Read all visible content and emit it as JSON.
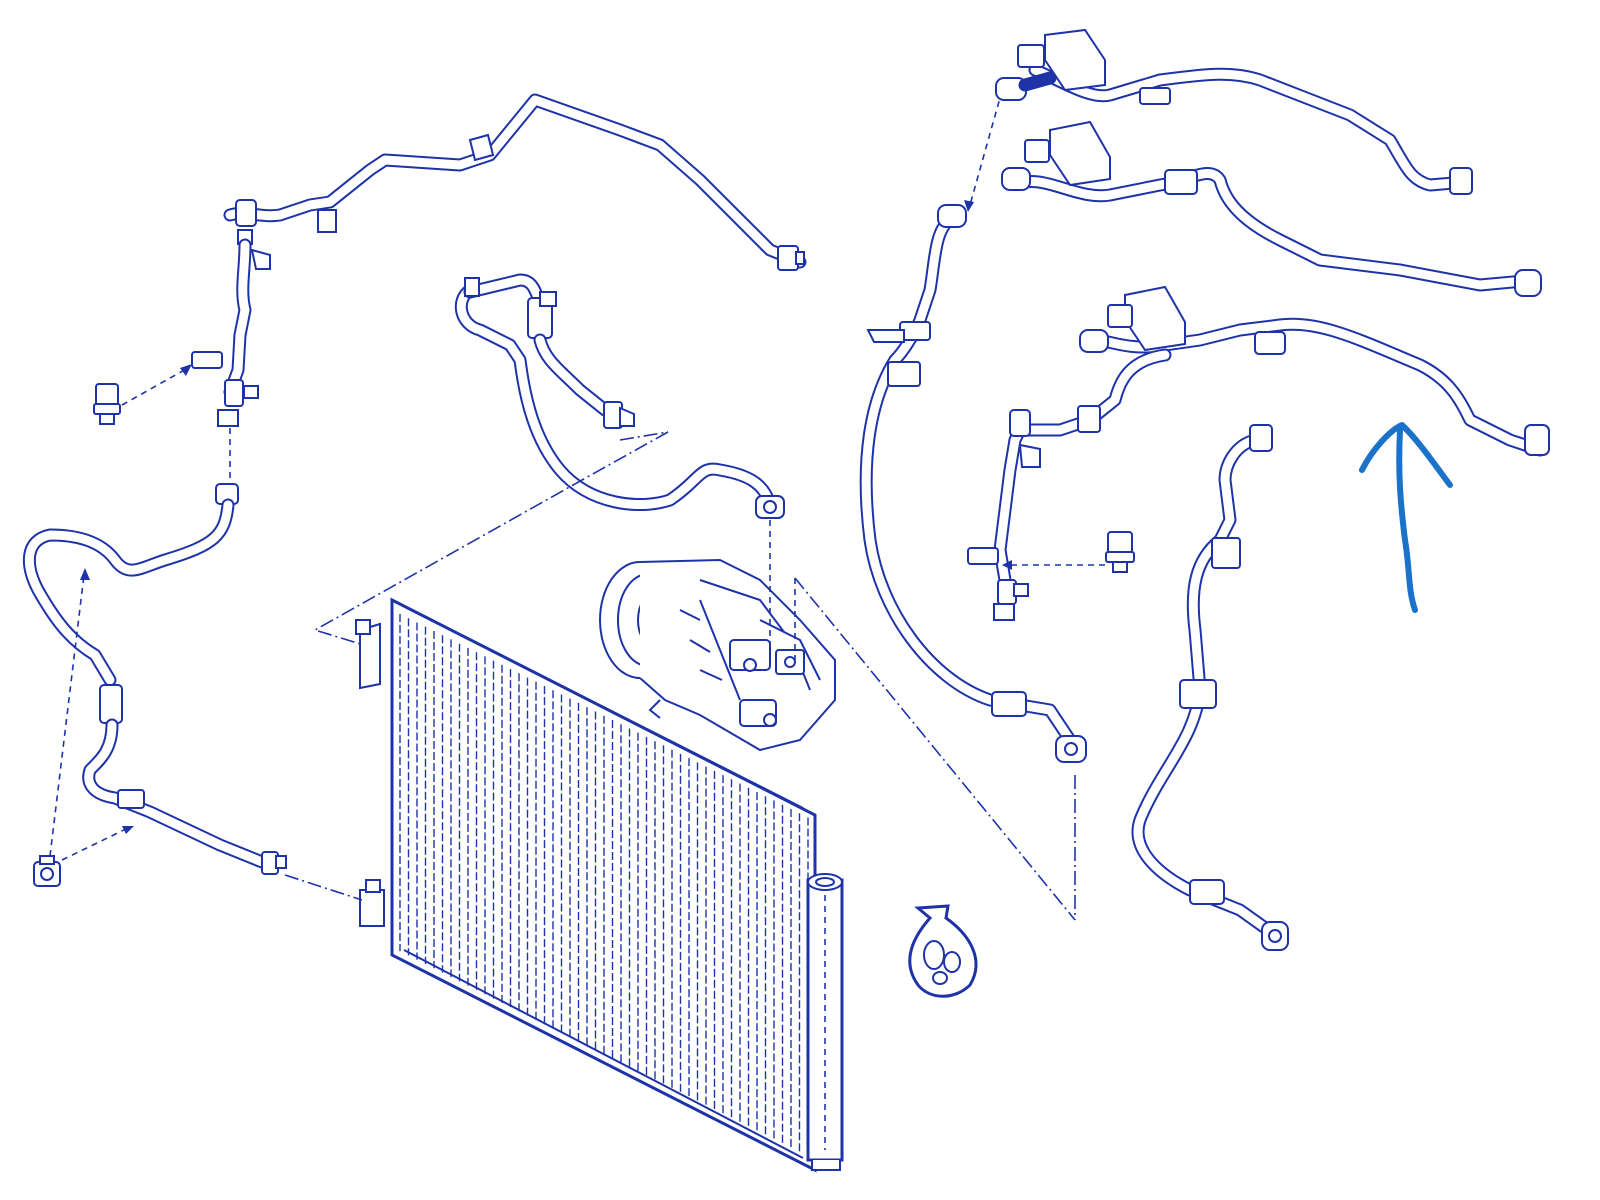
{
  "diagram": {
    "line_color": "#1e33a8",
    "arrow_color": "#1a72c9",
    "background": "#ffffff",
    "components": [
      "left-ac-pipe-assembly",
      "center-suction-hose",
      "ac-compressor",
      "ac-condenser",
      "receiver-drier",
      "oil-bottle",
      "right-long-hose",
      "right-upper-pipe-assembly",
      "right-middle-pipe-assembly",
      "right-lower-pipe-assembly",
      "right-lower-hose",
      "pressure-sensor-left",
      "pressure-sensor-right",
      "pressure-switch-bottom"
    ],
    "annotation_arrow": "hand-drawn-up-arrow"
  }
}
